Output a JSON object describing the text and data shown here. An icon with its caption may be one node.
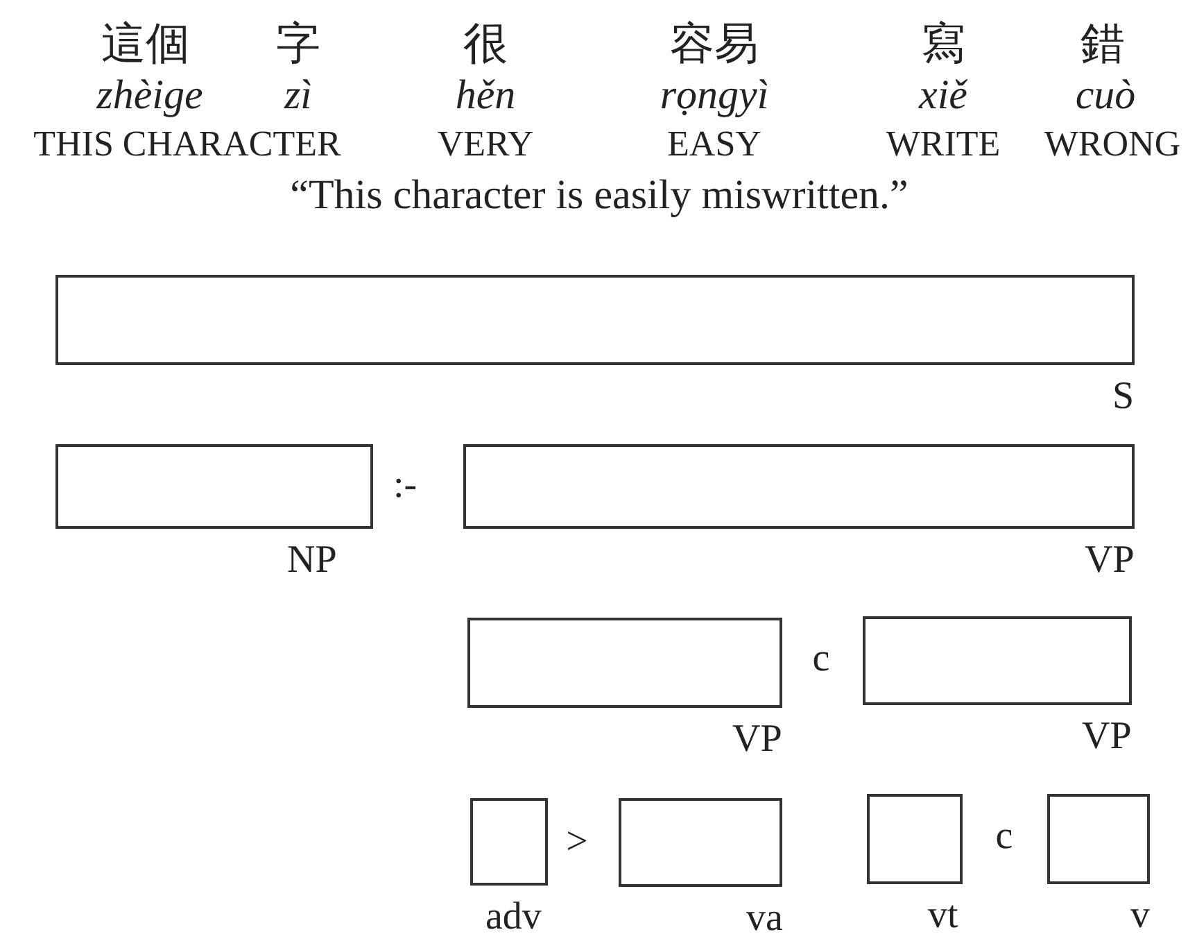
{
  "diagram": {
    "nodes": [
      {
        "text": [],
        "shape": "box",
        "beside": [
          "S"
        ]
      },
      {
        "text": [],
        "shape": "box",
        "beside": [
          "NP"
        ]
      },
      {
        "text": [],
        "shape": "box",
        "beside": [
          "VP"
        ]
      },
      {
        "text": [],
        "shape": "box",
        "beside": [
          "VP"
        ]
      },
      {
        "text": [],
        "shape": "box",
        "beside": [
          "VP"
        ]
      },
      {
        "text": [],
        "shape": "box",
        "beside": [
          "adv"
        ]
      },
      {
        "text": [],
        "shape": "box",
        "beside": [
          "va"
        ]
      },
      {
        "text": [],
        "shape": "box",
        "beside": [
          "vt"
        ]
      },
      {
        "text": [],
        "shape": "box",
        "beside": [
          "v"
        ]
      }
    ],
    "edges": [],
    "labels": [
      "這個",
      "字",
      "很",
      "容易",
      "寫",
      "錯",
      "zhèige",
      "zì",
      "hěn",
      "rọngyì",
      "xiě",
      "cuò",
      "THIS CHARACTER",
      "VERY",
      "EASY",
      "WRITE",
      "WRONG",
      "“This character is easily miswritten.”",
      ":-",
      "c",
      ">",
      "c"
    ]
  }
}
